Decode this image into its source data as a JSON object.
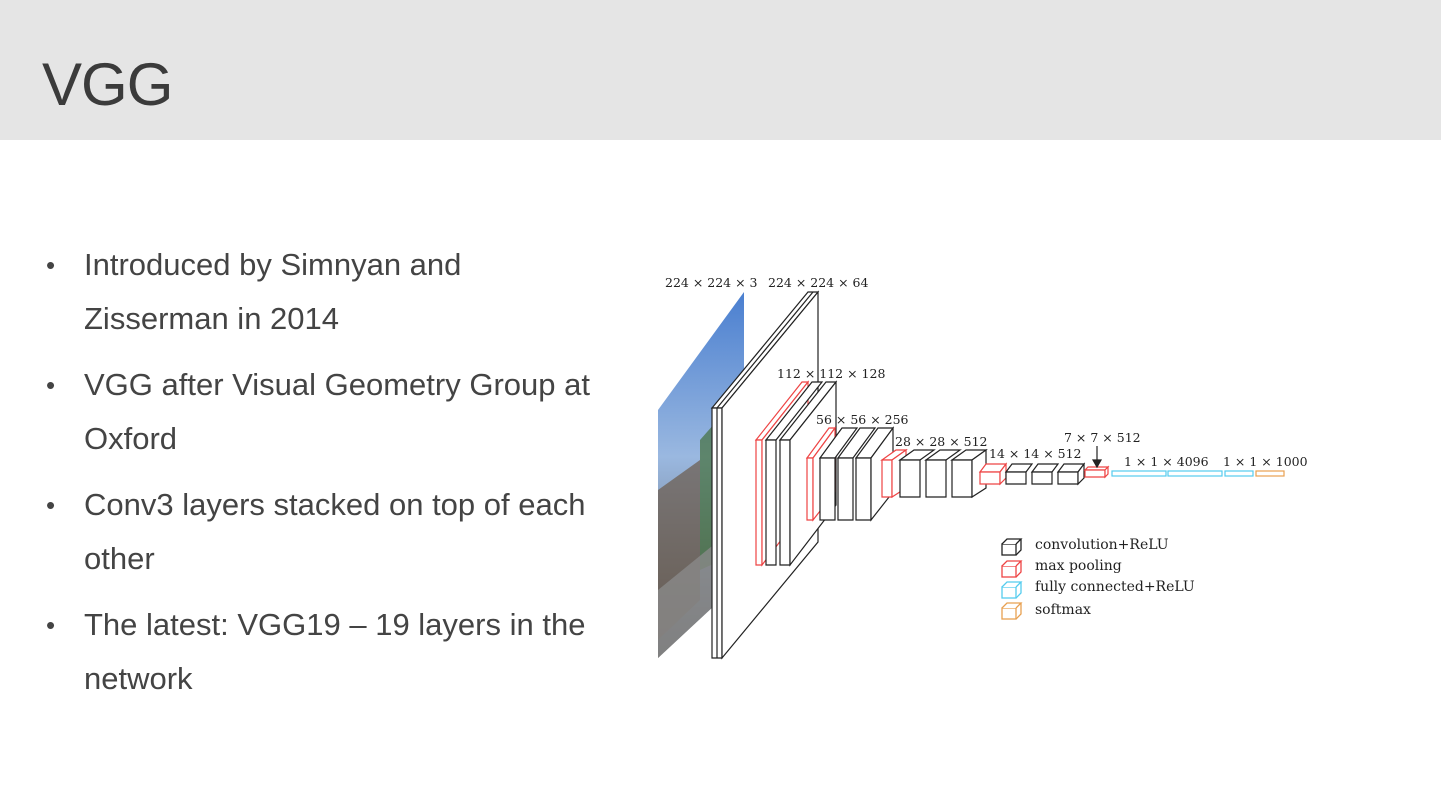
{
  "slide": {
    "title": "VGG",
    "bullets": [
      "Introduced by Simnyan and Zisserman in 2014",
      "VGG after Visual Geometry Group at Oxford",
      "Conv3 layers stacked on top of each other",
      "The latest: VGG19 – 19 layers in the network"
    ],
    "bullet_glyph": "•"
  },
  "diagram": {
    "labels": {
      "input": "224 × 224 × 3",
      "conv1": "224 × 224 × 64",
      "conv2": "112 × 112 × 128",
      "conv3": "56 × 56 × 256",
      "conv4": "28 × 28 × 512",
      "conv5": "14 × 14 × 512",
      "pool5": "7 × 7 × 512",
      "fc": "1 × 1 × 4096",
      "softmax": "1 × 1 × 1000"
    },
    "legend": [
      {
        "label": "convolution+ReLU",
        "color": "#222222"
      },
      {
        "label": "max pooling",
        "color": "#ee4444"
      },
      {
        "label": "fully connected+ReLU",
        "color": "#55ccee"
      },
      {
        "label": "softmax",
        "color": "#e8a050"
      }
    ],
    "colors": {
      "conv": "#222222",
      "pool": "#ee4444",
      "fc": "#55ccee",
      "softmax": "#e8a050"
    }
  }
}
